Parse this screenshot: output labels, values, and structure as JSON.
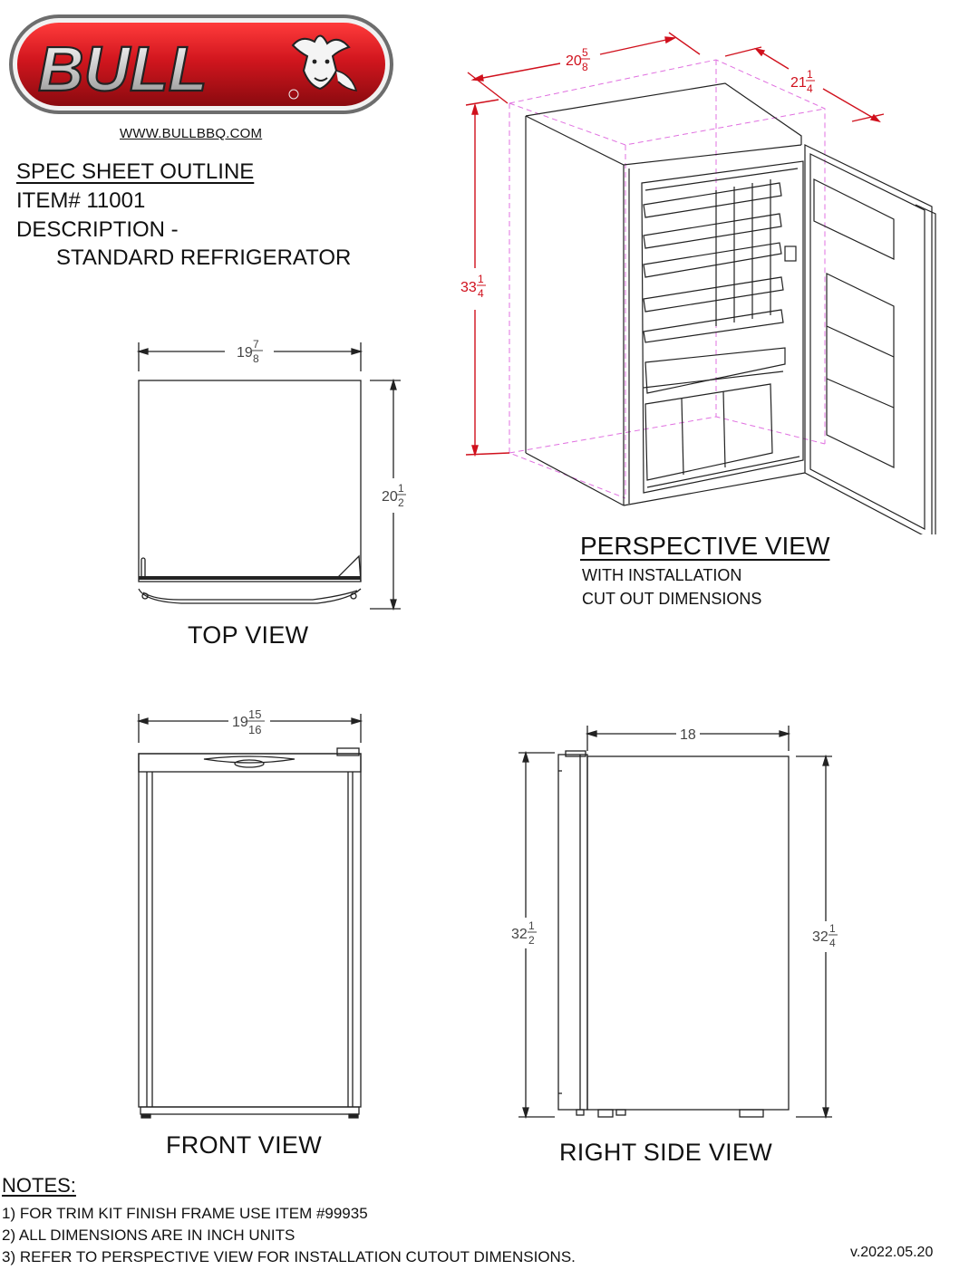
{
  "logo": {
    "brand": "BULL",
    "icon": "bull-head-icon",
    "color": "#c8141c"
  },
  "header": {
    "url": "WWW.BULLBBQ.COM",
    "spec_title": "SPEC SHEET OUTLINE",
    "item": "ITEM# 11001",
    "description_label": "DESCRIPTION -",
    "description_value": "STANDARD REFRIGERATOR"
  },
  "top_view": {
    "label": "TOP VIEW",
    "width": {
      "whole": "19",
      "num": "7",
      "den": "8"
    },
    "depth": {
      "whole": "20",
      "num": "1",
      "den": "2"
    }
  },
  "front_view": {
    "label": "FRONT VIEW",
    "width": {
      "whole": "19",
      "num": "15",
      "den": "16"
    }
  },
  "side_view": {
    "label": "RIGHT SIDE VIEW",
    "depth": "18",
    "left_height": {
      "whole": "32",
      "num": "1",
      "den": "2"
    },
    "right_height": {
      "whole": "32",
      "num": "1",
      "den": "4"
    }
  },
  "perspective_view": {
    "title": "PERSPECTIVE VIEW",
    "subtitle_1": "WITH INSTALLATION",
    "subtitle_2": "CUT OUT DIMENSIONS",
    "width": {
      "whole": "20",
      "num": "5",
      "den": "8"
    },
    "depth": {
      "whole": "21",
      "num": "1",
      "den": "4"
    },
    "height": {
      "whole": "33",
      "num": "1",
      "den": "4"
    },
    "dim_color": "#d0101c",
    "cutout_color": "#e070e0"
  },
  "notes": {
    "title": "NOTES:",
    "items": [
      "1)  FOR TRIM KIT FINISH FRAME USE ITEM #99935",
      "2)  ALL DIMENSIONS ARE IN INCH UNITS",
      "3)  REFER TO PERSPECTIVE VIEW FOR INSTALLATION CUTOUT DIMENSIONS."
    ]
  },
  "version": "v.2022.05.20"
}
